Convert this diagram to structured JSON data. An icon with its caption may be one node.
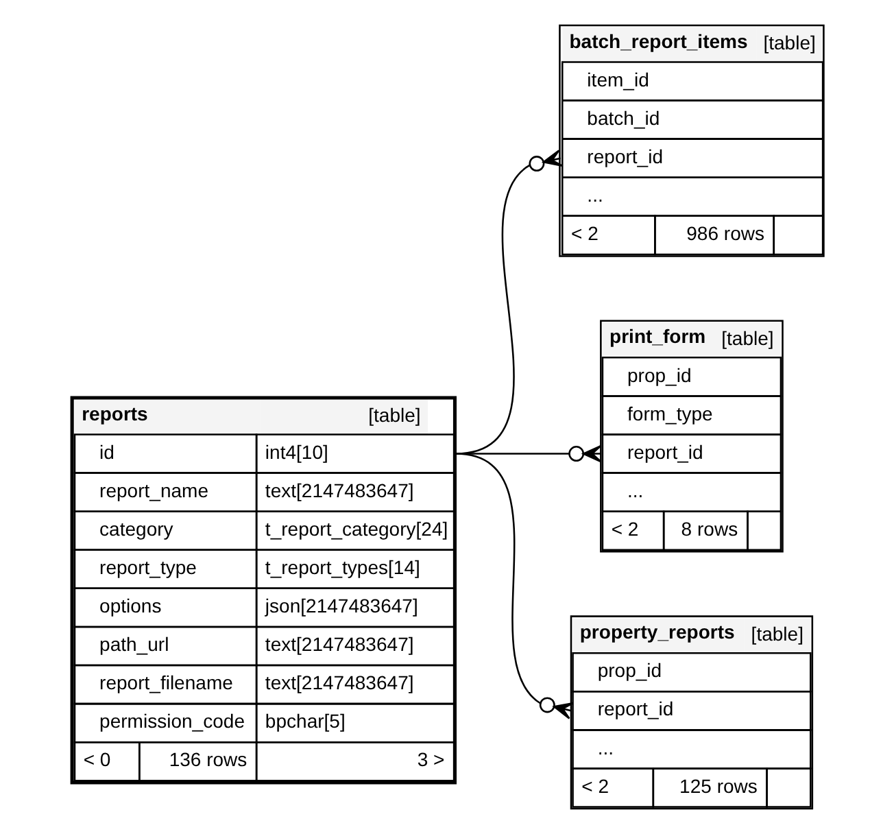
{
  "diagram": {
    "nodes": [
      {
        "text": [
          "batch_report_items",
          "[table]",
          "item_id",
          "batch_id",
          "report_id",
          "...",
          "< 2",
          "986 rows"
        ]
      },
      {
        "text": [
          "print_form",
          "[table]",
          "prop_id",
          "form_type",
          "report_id",
          "...",
          "< 2",
          "8 rows"
        ]
      },
      {
        "text": [
          "reports",
          "[table]",
          "id",
          "int4[10]",
          "report_name",
          "text[2147483647]",
          "category",
          "t_report_category[24]",
          "report_type",
          "t_report_types[14]",
          "options",
          "json[2147483647]",
          "path_url",
          "text[2147483647]",
          "report_filename",
          "text[2147483647]",
          "permission_code",
          "bpchar[5]",
          "< 0",
          "136 rows",
          "3 >"
        ]
      },
      {
        "text": [
          "property_reports",
          "[table]",
          "prop_id",
          "report_id",
          "...",
          "< 2",
          "125 rows"
        ]
      }
    ],
    "edges": [
      {
        "from": 2,
        "to": 0,
        "arrow": "other"
      },
      {
        "from": 2,
        "to": 1,
        "arrow": "other"
      },
      {
        "from": 2,
        "to": 3,
        "arrow": "other"
      }
    ]
  }
}
